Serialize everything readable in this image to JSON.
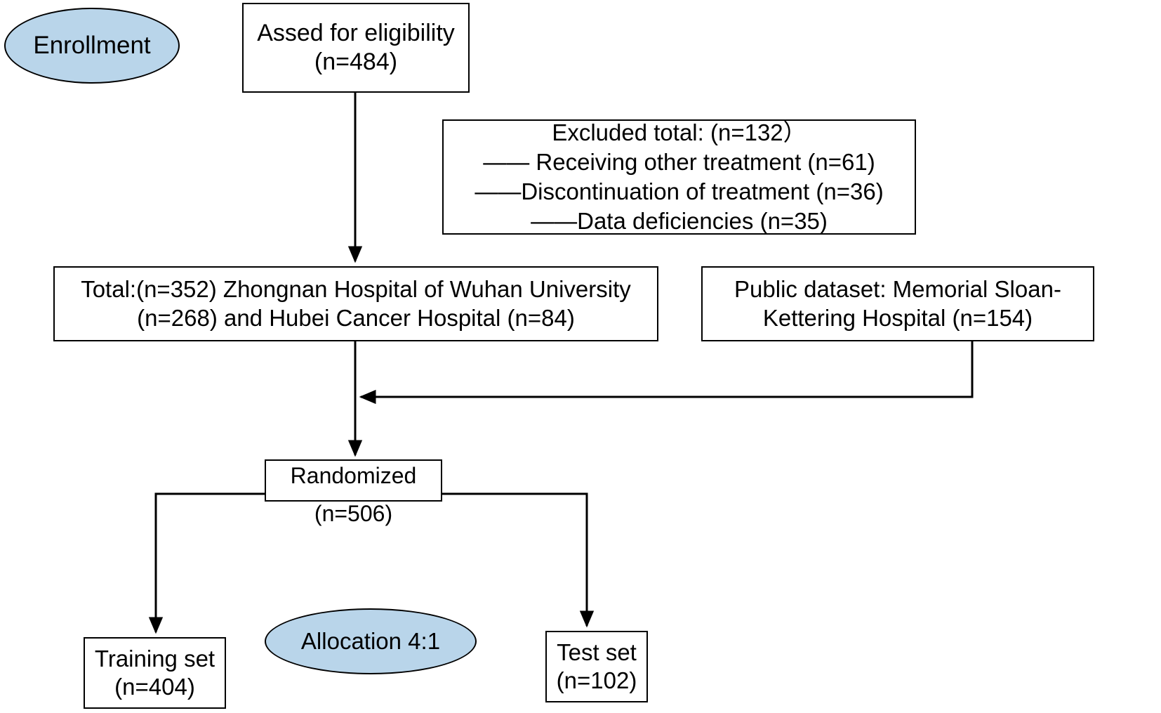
{
  "diagram": {
    "title": "Patient enrollment and allocation flow diagram",
    "accent_fill": "#b9d5ea",
    "stroke_color": "#000000",
    "background": "#ffffff"
  },
  "stages": {
    "enrollment_label": "Enrollment",
    "allocation_label": "Allocation 4:1"
  },
  "nodes": {
    "eligibility": {
      "line1": "Assed for eligibility",
      "line2": "(n=484)"
    },
    "excluded": {
      "line1": "Excluded total: (n=132）",
      "line2": "—— Receiving other treatment (n=61)",
      "line3": "——Discontinuation of treatment (n=36)",
      "line4": "——Data deficiencies (n=35)"
    },
    "total": {
      "line1": "Total:(n=352) Zhongnan Hospital of Wuhan University",
      "line2": "(n=268) and Hubei Cancer Hospital (n=84)"
    },
    "public_dataset": {
      "line1": "Public dataset: Memorial Sloan-",
      "line2": "Kettering Hospital (n=154)"
    },
    "randomized": {
      "line1": "Randomized",
      "line2": "(n=506)"
    },
    "training_set": {
      "line1": "Training set",
      "line2": "(n=404)"
    },
    "test_set": {
      "line1": "Test set",
      "line2": "(n=102)"
    }
  },
  "counts": {
    "assessed_for_eligibility": 484,
    "excluded_total": 132,
    "excluded_receiving_other_treatment": 61,
    "excluded_discontinuation_of_treatment": 36,
    "excluded_data_deficiencies": 35,
    "total_hospital_cohort": 352,
    "zhongnan_hospital_wuhan_university": 268,
    "hubei_cancer_hospital": 84,
    "memorial_sloan_kettering_public_dataset": 154,
    "randomized": 506,
    "training_set": 404,
    "test_set": 102,
    "allocation_ratio": "4:1"
  }
}
